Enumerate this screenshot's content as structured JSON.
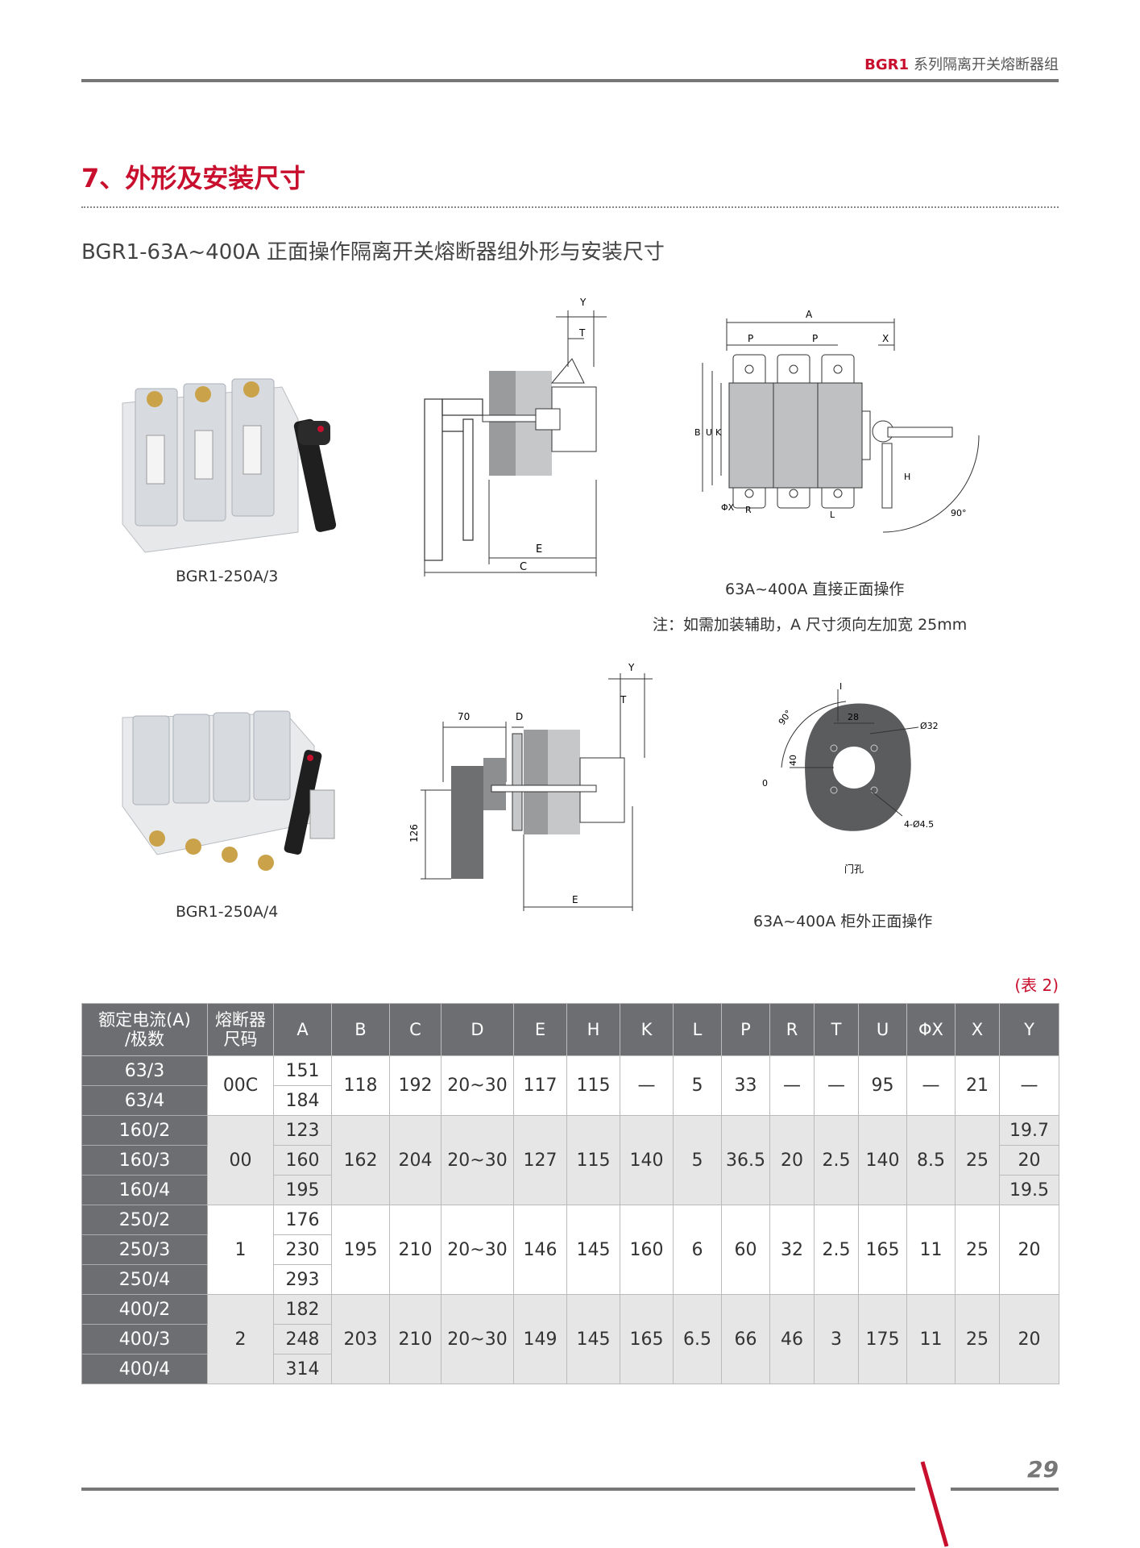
{
  "header": {
    "brand": "BGR1",
    "series_title": "系列隔离开关熔断器组"
  },
  "section_title": "7、外形及安装尺寸",
  "subtitle": "BGR1-63A~400A 正面操作隔离开关熔断器组外形与安装尺寸",
  "figures": {
    "photo1_caption": "BGR1-250A/3",
    "photo2_caption": "BGR1-250A/4",
    "front_caption": "63A~400A 直接正面操作",
    "note": "注：如需加装辅助，A 尺寸须向左加宽 25mm",
    "door_caption": "63A~400A 柜外正面操作",
    "side_labels": {
      "Y": "Y",
      "T": "T",
      "E": "E",
      "C": "C"
    },
    "front_labels": {
      "A": "A",
      "P": "P",
      "X": "X",
      "B": "B",
      "U": "U",
      "K": "K",
      "H": "H",
      "R": "R",
      "L": "L",
      "phiX": "ΦX",
      "angle": "90°"
    },
    "ext_labels": {
      "seventy": "70",
      "D": "D",
      "Y": "Y",
      "T": "T",
      "h126": "126",
      "E": "E"
    },
    "door_labels": {
      "angle": "90°",
      "i": "I",
      "d28": "28",
      "d40": "40",
      "zero": "0",
      "phi32": "Ø32",
      "holes": "4-Ø4.5",
      "door_hole": "门孔"
    }
  },
  "table": {
    "caption": "(表 2)",
    "headers": [
      "额定电流(A)\n/极数",
      "熔断器\n尺码",
      "A",
      "B",
      "C",
      "D",
      "E",
      "H",
      "K",
      "L",
      "P",
      "R",
      "T",
      "U",
      "ΦX",
      "X",
      "Y"
    ],
    "groups": [
      {
        "models": [
          "63/3",
          "63/4"
        ],
        "fuse": "00C",
        "A": [
          "151",
          "184"
        ],
        "shared": [
          "118",
          "192",
          "20~30",
          "117",
          "115",
          "—",
          "5",
          "33",
          "—",
          "—",
          "95",
          "—",
          "21"
        ],
        "Y": [
          "—"
        ]
      },
      {
        "models": [
          "160/2",
          "160/3",
          "160/4"
        ],
        "fuse": "00",
        "A": [
          "123",
          "160",
          "195"
        ],
        "shared": [
          "162",
          "204",
          "20~30",
          "127",
          "115",
          "140",
          "5",
          "36.5",
          "20",
          "2.5",
          "140",
          "8.5",
          "25"
        ],
        "Y": [
          "19.7",
          "20",
          "19.5"
        ]
      },
      {
        "models": [
          "250/2",
          "250/3",
          "250/4"
        ],
        "fuse": "1",
        "A": [
          "176",
          "230",
          "293"
        ],
        "shared": [
          "195",
          "210",
          "20~30",
          "146",
          "145",
          "160",
          "6",
          "60",
          "32",
          "2.5",
          "165",
          "11",
          "25"
        ],
        "Y": [
          "20"
        ]
      },
      {
        "models": [
          "400/2",
          "400/3",
          "400/4"
        ],
        "fuse": "2",
        "A": [
          "182",
          "248",
          "314"
        ],
        "shared": [
          "203",
          "210",
          "20~30",
          "149",
          "145",
          "165",
          "6.5",
          "66",
          "46",
          "3",
          "175",
          "11",
          "25"
        ],
        "Y": [
          "20"
        ]
      }
    ]
  },
  "page_number": "29",
  "colors": {
    "accent": "#c8102e",
    "table_header": "#6d6e71",
    "zebra": "#e6e6e7"
  }
}
